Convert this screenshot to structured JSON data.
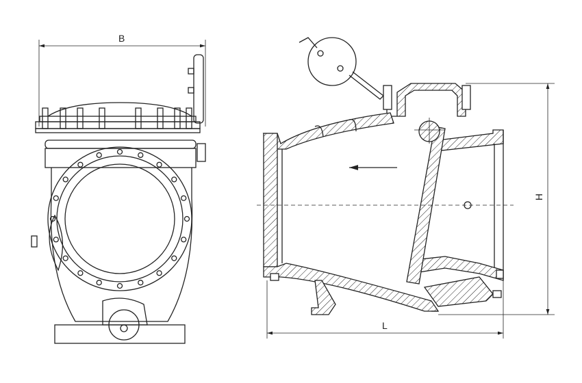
{
  "dimensions": {
    "width_label": "B",
    "height_label": "H",
    "length_label": "L"
  },
  "colors": {
    "line": "#222222",
    "background": "#ffffff"
  }
}
